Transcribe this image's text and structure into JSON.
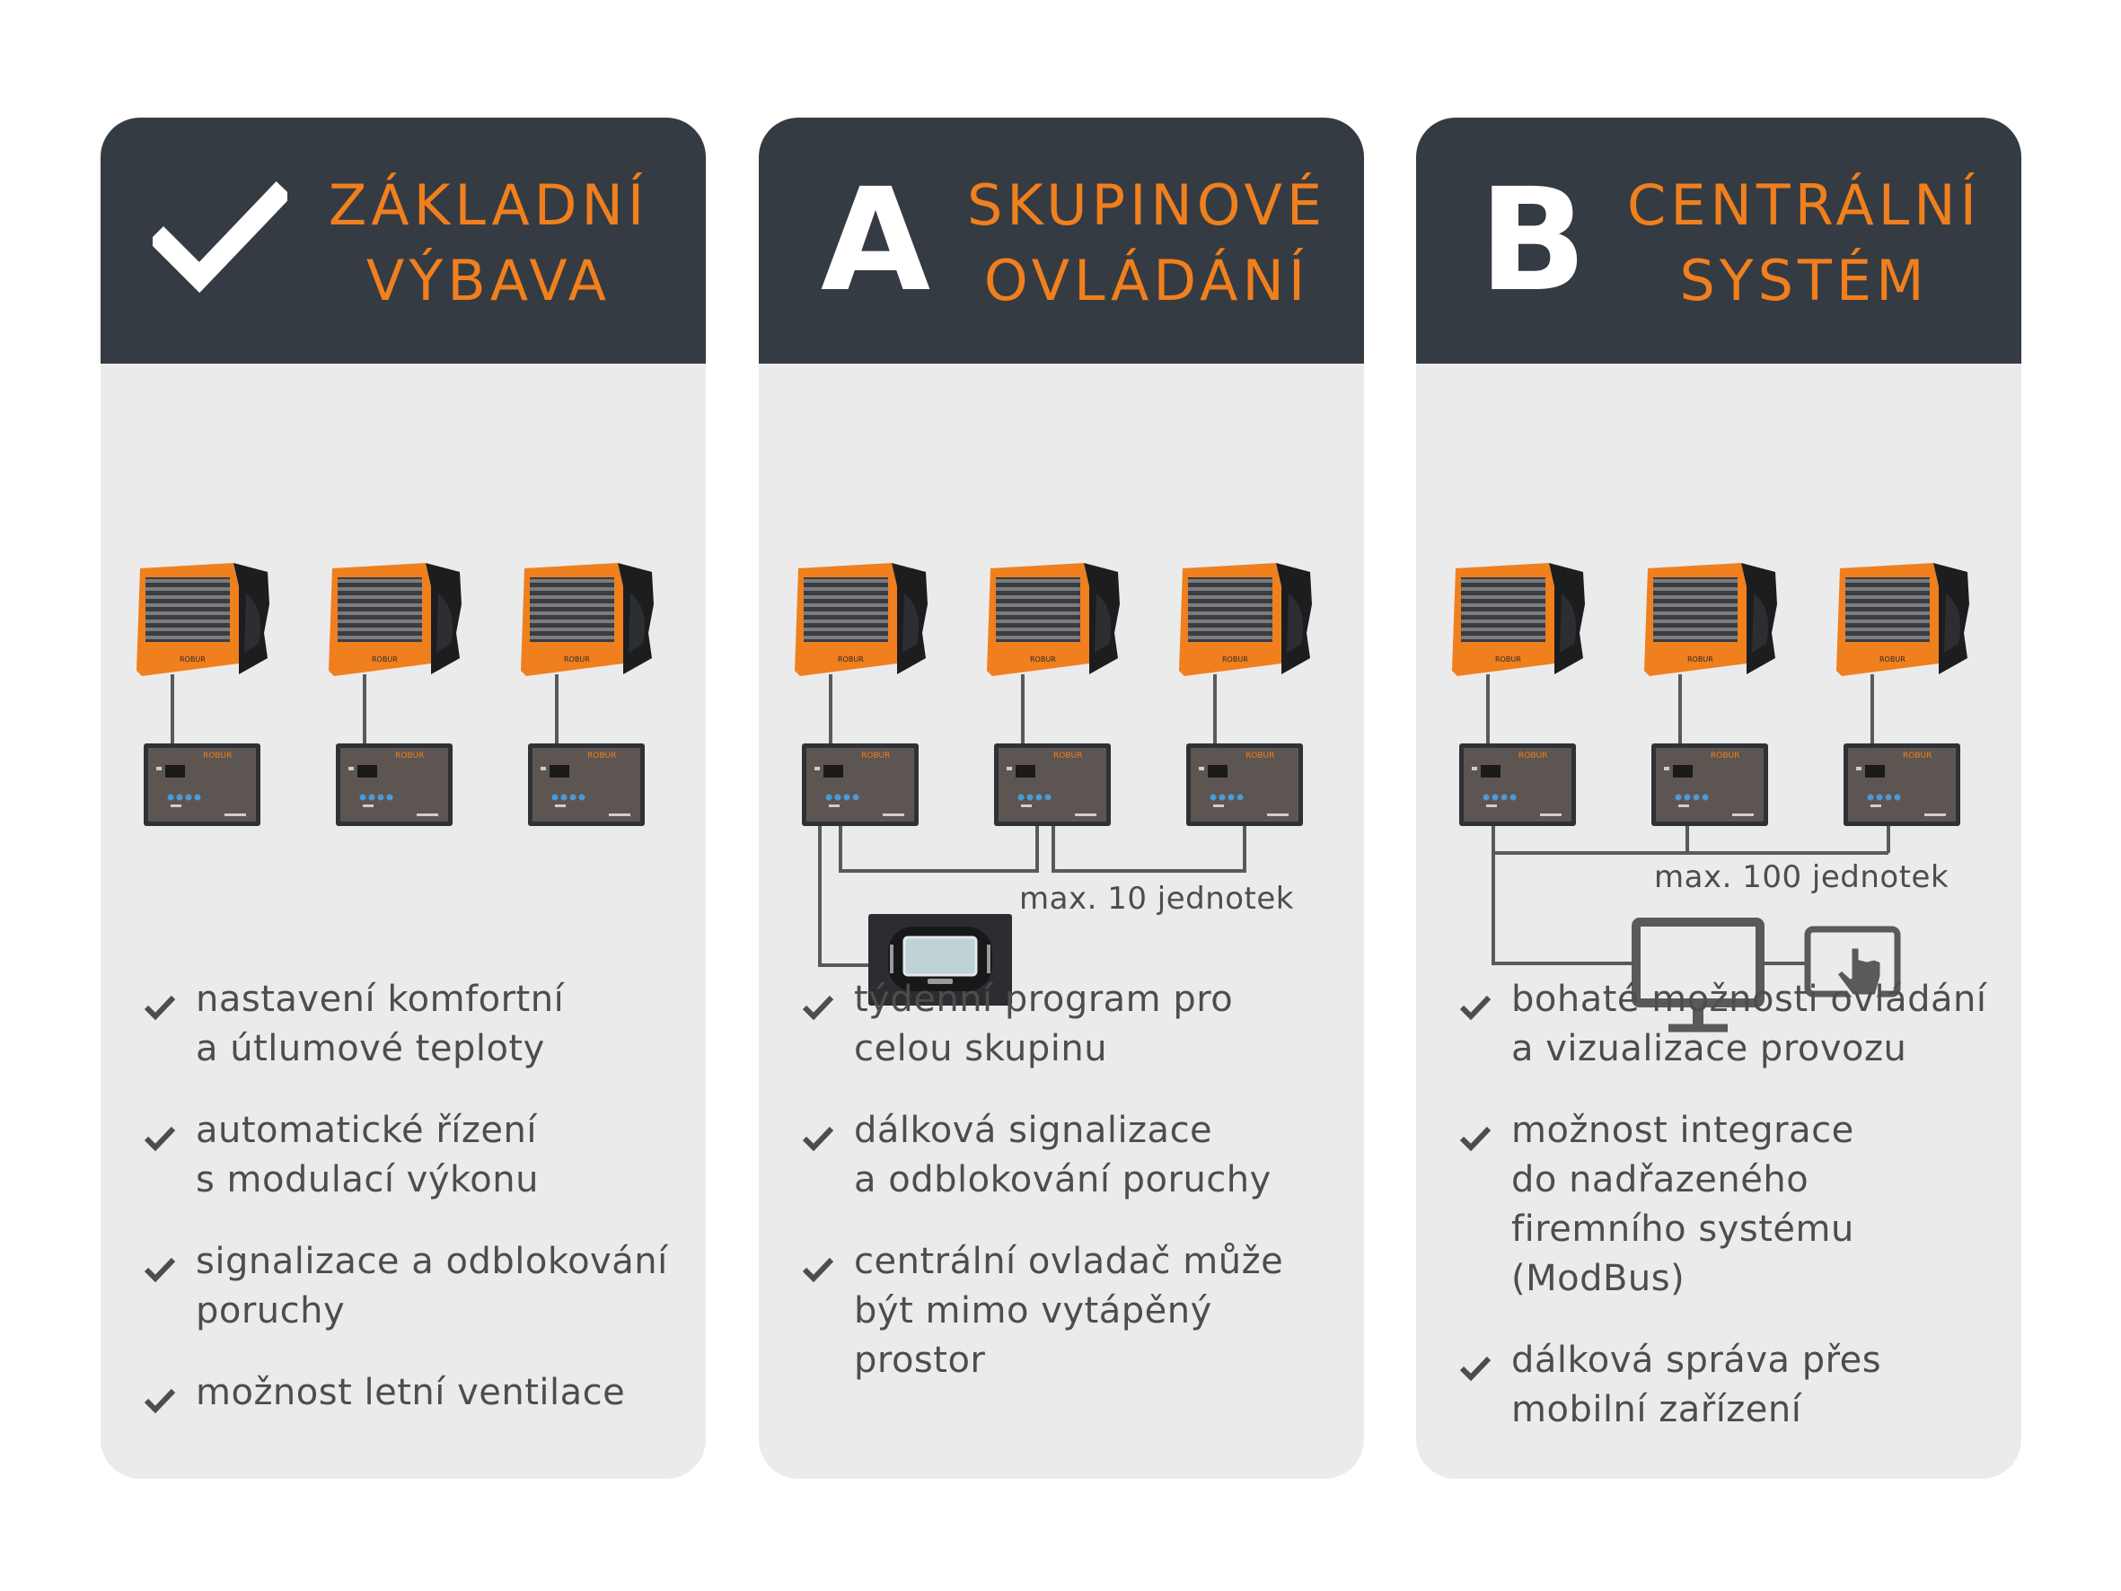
{
  "colors": {
    "header_bg": "#353b42",
    "card_bg": "#ebebeb",
    "accent_orange": "#f07f1e",
    "text_gray": "#4d4d4d",
    "line_gray": "#5a5a5a"
  },
  "unit_brand_label": "ROBUR",
  "cards": [
    {
      "badge": "check-icon",
      "title_line1": "ZÁKLADNÍ",
      "title_line2": "VÝBAVA",
      "features": [
        "nastavení komfortní\na útlumové teploty",
        "automatické řízení\ns modulací výkonu",
        "signalizace a odblokování\nporuchy",
        "možnost letní ventilace"
      ]
    },
    {
      "badge": "A",
      "title_line1": "SKUPINOVÉ",
      "title_line2": "OVLÁDÁNÍ",
      "note": "max. 10 jednotek",
      "features": [
        "týdenní program pro\ncelou skupinu",
        "dálková signalizace\na odblokování poruchy",
        "centrální ovladač může\nbýt mimo vytápěný\nprostor"
      ]
    },
    {
      "badge": "B",
      "title_line1": "CENTRÁLNÍ",
      "title_line2": "SYSTÉM",
      "note": "max. 100 jednotek",
      "features": [
        "bohaté možnosti ovládání\na vizualizace provozu",
        "možnost integrace\ndo nadřazeného\nfiremního systému\n(ModBus)",
        "dálková správa přes\nmobilní zařízení"
      ]
    }
  ]
}
